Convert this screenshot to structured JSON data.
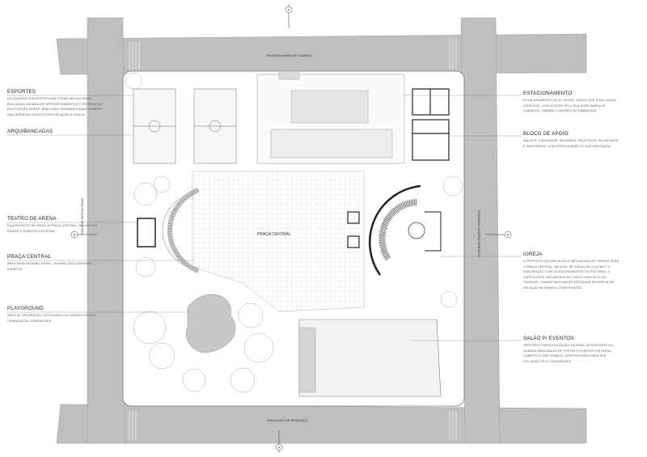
{
  "streets": {
    "top": "RUA DONA MARIA DE CAMARGO",
    "bottom": "RUA ALVARO DE MENDONÇA",
    "left": "RUA JOSE DETOCH PAIVA",
    "right": "RUA MARIA JOSEFINA BENEDETA"
  },
  "section_markers": [
    "A",
    "A",
    "B",
    "B"
  ],
  "plaza_label": "PRAÇA CENTRAL",
  "left_labels": [
    {
      "title": "ESPORTES",
      "desc": "AS QUADRAS POLIESPORTIVAS FORAM IMPLANTADAS BUSCANDO UM MELHOR APROVEITAMENTO DO TERRENO NA SUA PORÇÃO NORTE, BEM COMO PERMANECENDO TAMBÉM UMA BARREIRA ACÚSTICA EM RELAÇÃO À IGREJA."
    },
    {
      "title": "ARQUIBANCADAS",
      "desc": ""
    },
    {
      "title": "TEATRO DE ARENA",
      "desc": "EQUIPAMENTO DE APOIO À PRAÇA CENTRAL, PALESTRAS, SHOWS E EVENTOS EM GERAL."
    },
    {
      "title": "PRAÇA CENTRAL",
      "desc": "ÁREA PARA REUNIÃO GERAL, GUARNIÇÕES DIVERSOS EVENTOS."
    },
    {
      "title": "PLAYGROUND",
      "desc": "ÁREA DE RECREAÇÃO DESTINADA A ATIVIDADES COM AS CRIANÇAS DA COMUNIDADE."
    }
  ],
  "right_labels": [
    {
      "title": "ESTACIONAMENTO",
      "desc": "ESTACIONAMENTO DE 97 VAGAS, SENDO QUE DUAS VAGAS ESPECIAIS, COM ACESSO PELA RUA DONA MARIA DE CAMARGO, TAMBÉM COM ÁREA DE EMBARQUE."
    },
    {
      "title": "BLOCO DE APOIO",
      "desc": "SALAS P/ CATEQUESE, REUNIÕES, PALESTRAS, SECRETARIA E SANITÁRIOS, COM INTERLIGAÇÃO À CASA PAROQUIAL."
    },
    {
      "title": "IGREJA",
      "desc": "A PROPOSTA DA IGREJA ESTÁ IMPLANTADA DE FRENTE PARA A PRAÇA CENTRAL, DA QUAL SE VISUALIZA O ALTAR E A INTEGRAÇÃO COM OS EQUIPAMENTOS DO ENTORNO. A CAPELA ESTÁ IMPLANTADA NO PONTO MAIS ALTO DO TERRENO, GARANTINDO MAIOR DESTAQUE DA IGREJA EM RELAÇÃO ÀS DEMAIS CONSTRUÇÕES."
    },
    {
      "title": "SALÃO P/ EVENTOS",
      "desc": "PROPOSTO PARA UTILIZAÇÃO DA ÁREA JÁ EXISTENTE DA QUADRA PARA SALÃO DE FESTAS E EVENTOS EM GERAL, COBERTO E REFORMADO, APROVEITANDO PARA SER UTILIZADO PELA COMUNIDADE."
    }
  ],
  "colors": {
    "street": "#bfbfbf",
    "lot": "#ffffff",
    "line": "#555555"
  }
}
